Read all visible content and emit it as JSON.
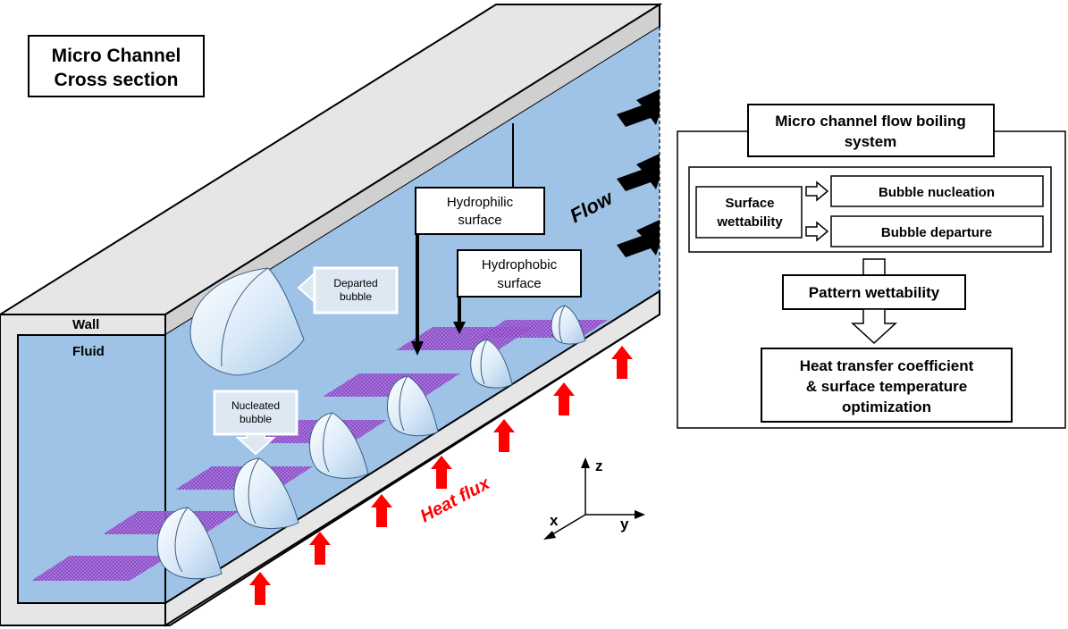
{
  "title_box": {
    "line1": "Micro Channel",
    "line2": "Cross section"
  },
  "labels": {
    "wall": "Wall",
    "fluid": "Fluid",
    "flow": "Flow",
    "heat_flux": "Heat flux",
    "hydrophilic_line1": "Hydrophilic",
    "hydrophilic_line2": "surface",
    "hydrophobic_line1": "Hydrophobic",
    "hydrophobic_line2": "surface",
    "departed_line1": "Departed",
    "departed_line2": "bubble",
    "nucleated_line1": "Nucleated",
    "nucleated_line2": "bubble"
  },
  "axes": {
    "z": "z",
    "x": "x",
    "y": "y"
  },
  "flowchart": {
    "header_line1": "Micro channel flow boiling",
    "header_line2": "system",
    "surface_line1": "Surface",
    "surface_line2": "wettability",
    "nucleation": "Bubble nucleation",
    "departure": "Bubble departure",
    "pattern": "Pattern wettability",
    "result_line1": "Heat transfer coefficient",
    "result_line2": "& surface temperature",
    "result_line3": "optimization"
  },
  "colors": {
    "wall": "#e6e6e6",
    "fluid": "#9fc3e6",
    "pattern": "#8a3fc4",
    "heat_arrow": "#ff0000",
    "flow_arrow": "#000000"
  }
}
